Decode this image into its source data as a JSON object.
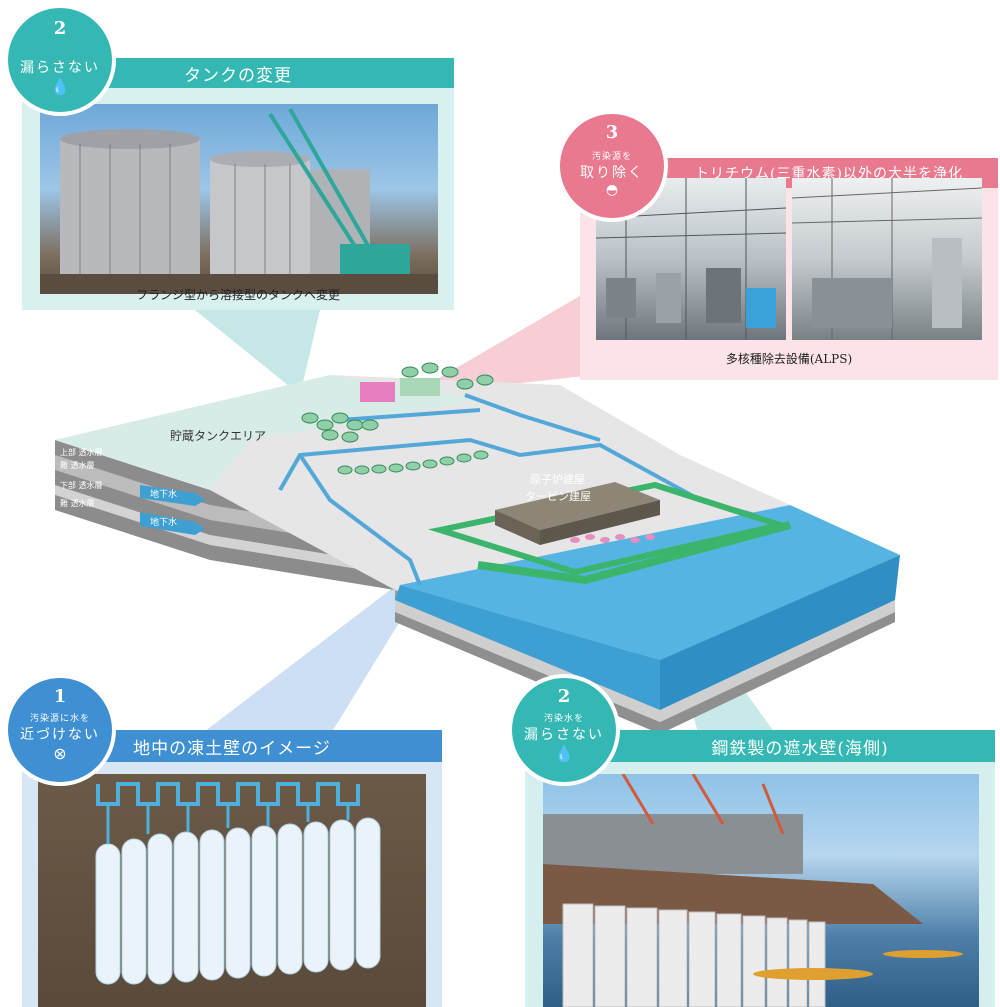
{
  "panel_tank": {
    "badge_num": "2",
    "badge_text": "漏らさない",
    "title": "タンクの変更",
    "caption": "フランジ型から溶接型のタンクへ変更",
    "color": "#35b8b4"
  },
  "panel_alps": {
    "badge_num": "3",
    "badge_small": "汚染源を",
    "badge_text": "取り除く",
    "title": "トリチウム(三重水素)以外の大半を浄化",
    "caption": "多核種除去設備(ALPS)",
    "color": "#e8798e"
  },
  "panel_frozen": {
    "badge_num": "1",
    "badge_small": "汚染源に水を",
    "badge_text": "近づけない",
    "title": "地中の凍土壁のイメージ",
    "color": "#3f8fd3"
  },
  "panel_seawall": {
    "badge_num": "2",
    "badge_small": "汚染水を",
    "badge_text": "漏らさない",
    "title": "鋼鉄製の遮水壁(海側)",
    "color": "#35b8b4"
  },
  "map": {
    "tank_area_label": "貯蔵タンクエリア",
    "reactor_label_1": "原子炉建屋",
    "reactor_label_2": "タービン建屋",
    "layer_1": "上部 透水層",
    "layer_2": "難 透水層",
    "layer_3": "下部 透水層",
    "layer_4": "難 透水層",
    "groundwater_1": "地下水",
    "groundwater_2": "地下水"
  }
}
